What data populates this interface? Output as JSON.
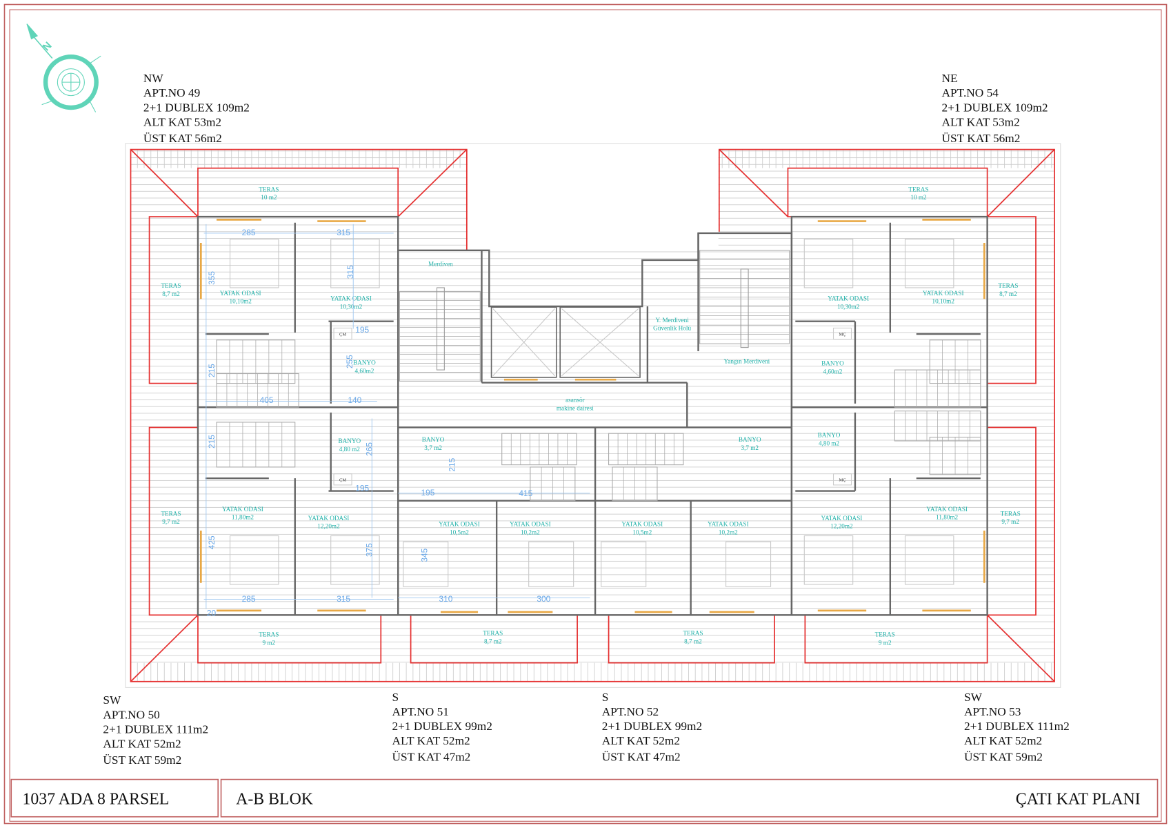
{
  "apartments": [
    {
      "orientation": "NW",
      "apt": "APT.NO 49",
      "type": "2+1 DUBLEX 109m2",
      "alt": "ALT KAT 53m2",
      "ust": "ÜST KAT 56m2"
    },
    {
      "orientation": "NE",
      "apt": "APT.NO 54",
      "type": "2+1 DUBLEX 109m2",
      "alt": "ALT KAT 53m2",
      "ust": "ÜST KAT 56m2"
    },
    {
      "orientation": "SW",
      "apt": "APT.NO 50",
      "type": "2+1 DUBLEX  111m2",
      "alt": "ALT KAT 52m2",
      "ust": "ÜST KAT 59m2"
    },
    {
      "orientation": "S",
      "apt": "APT.NO 51",
      "type": "2+1 DUBLEX 99m2",
      "alt": "ALT KAT 52m2",
      "ust": "ÜST KAT 47m2"
    },
    {
      "orientation": "S",
      "apt": "APT.NO 52",
      "type": "2+1 DUBLEX 99m2",
      "alt": "ALT KAT 52m2",
      "ust": "ÜST KAT 47m2"
    },
    {
      "orientation": "SW",
      "apt": "APT.NO 53",
      "type": "2+1 DUBLEX 111m2",
      "alt": "ALT KAT 52m2",
      "ust": "ÜST KAT 59m2"
    }
  ],
  "rooms": [
    {
      "name": "TERAS",
      "area": "10 m2"
    },
    {
      "name": "TERAS",
      "area": "8,7 m2"
    },
    {
      "name": "YATAK ODASI",
      "area": "10,10m2"
    },
    {
      "name": "YATAK ODASI",
      "area": "10,30m2"
    },
    {
      "name": "BANYO",
      "area": "4,60m2"
    },
    {
      "name": "BANYO",
      "area": "4,80 m2"
    },
    {
      "name": "TERAS",
      "area": "9,7 m2"
    },
    {
      "name": "YATAK ODASI",
      "area": "11,80m2"
    },
    {
      "name": "YATAK ODASI",
      "area": "12,20m2"
    },
    {
      "name": "TERAS",
      "area": "9 m2"
    },
    {
      "name": "Merdiven",
      "area": ""
    },
    {
      "name": "Y. Merdiveni",
      "area": "Güvenlik Holü"
    },
    {
      "name": "Yangın Merdiveni",
      "area": ""
    },
    {
      "name": "asansör",
      "area": "makine dairesi"
    },
    {
      "name": "BANYO",
      "area": "3,7 m2"
    },
    {
      "name": "BANYO",
      "area": "3,7 m2"
    },
    {
      "name": "YATAK ODASI",
      "area": "10,5m2"
    },
    {
      "name": "YATAK ODASI",
      "area": "10,2m2"
    },
    {
      "name": "YATAK ODASI",
      "area": "10,5m2"
    },
    {
      "name": "YATAK ODASI",
      "area": "10,2m2"
    },
    {
      "name": "TERAS",
      "area": "8,7 m2"
    },
    {
      "name": "TERAS",
      "area": "8,7 m2"
    },
    {
      "name": "TERAS",
      "area": "10 m2"
    },
    {
      "name": "YATAK ODASI",
      "area": "10,30m2"
    },
    {
      "name": "YATAK ODASI",
      "area": "10,10m2"
    },
    {
      "name": "TERAS",
      "area": "8,7 m2"
    },
    {
      "name": "BANYO",
      "area": "4,60m2"
    },
    {
      "name": "BANYO",
      "area": "4,80 m2"
    },
    {
      "name": "YATAK ODASI",
      "area": "12,20m2"
    },
    {
      "name": "YATAK ODASI",
      "area": "11,80m2"
    },
    {
      "name": "TERAS",
      "area": "9,7 m2"
    },
    {
      "name": "TERAS",
      "area": "9 m2"
    }
  ],
  "fixtures": [
    "ÇM",
    "ÇM",
    "MÇ",
    "MÇ"
  ],
  "dimensions": [
    "285",
    "315",
    "355",
    "315",
    "195",
    "255",
    "215",
    "405",
    "140",
    "215",
    "265",
    "195",
    "215",
    "195",
    "415",
    "425",
    "375",
    "345",
    "285",
    "315",
    "310",
    "300",
    "20"
  ],
  "title_block": {
    "parcel": "1037 ADA 8 PARSEL",
    "block": "A-B BLOK",
    "plan": "ÇATI KAT PLANI"
  },
  "colors": {
    "border": "#c06060",
    "roof_line": "#e53030",
    "room_text": "#1fb0a8",
    "dimension": "#6aa8e8",
    "window": "#e8a845",
    "compass": "#5fd4b8"
  }
}
